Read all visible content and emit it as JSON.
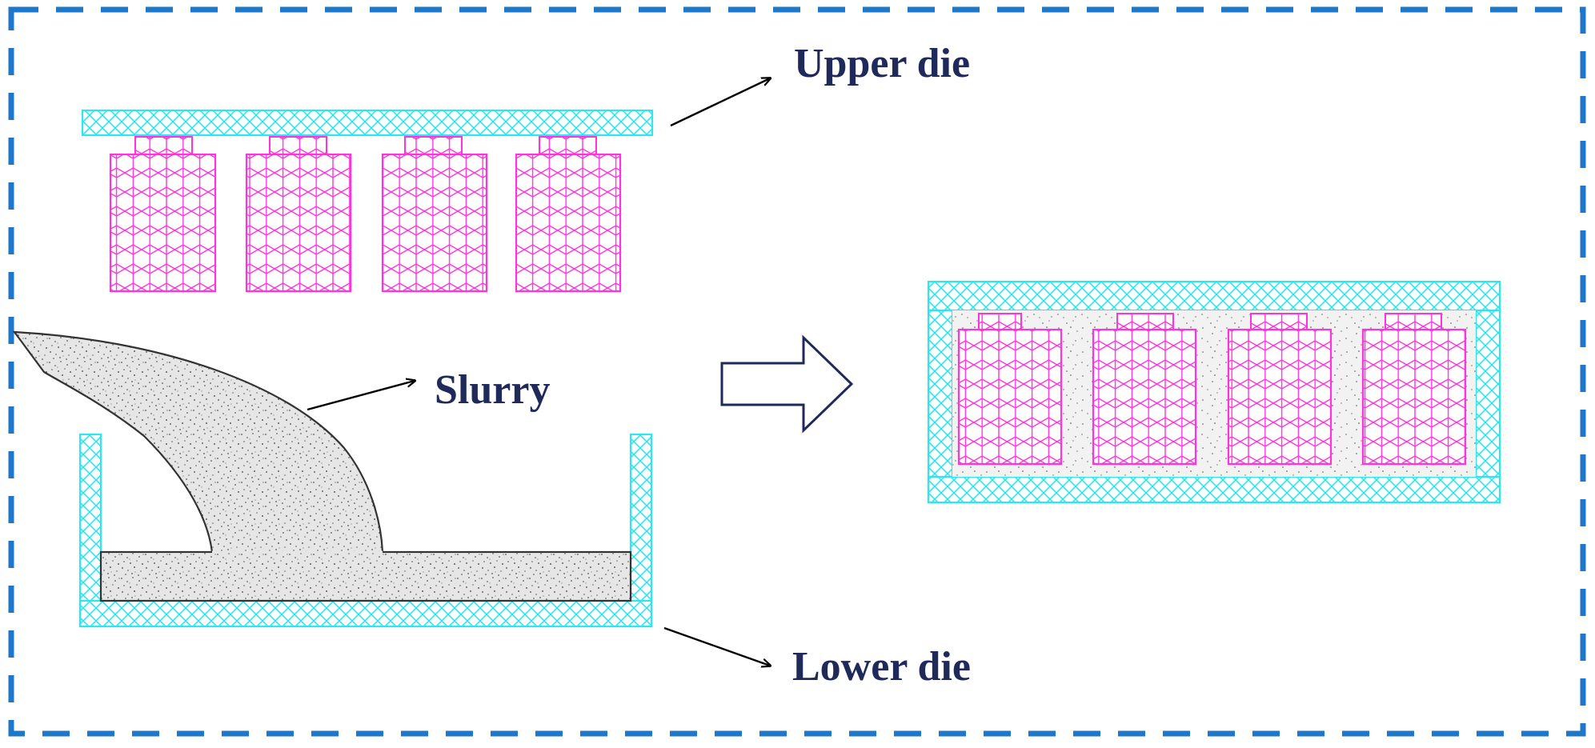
{
  "labels": {
    "upper_die": "Upper die",
    "slurry": "Slurry",
    "lower_die": "Lower die"
  },
  "colors": {
    "frame": "#1f77c9",
    "die": "#2ee6f0",
    "mesh": "#ff33dd",
    "slurry_outline": "#333333",
    "text": "#1f2a5a",
    "process_arrow": "#1f2a5a"
  },
  "icons": {
    "process_arrow": "right-arrow-icon",
    "pointer_arrows": "arrow-pointer-icon"
  },
  "mesh_blocks_count": 4
}
